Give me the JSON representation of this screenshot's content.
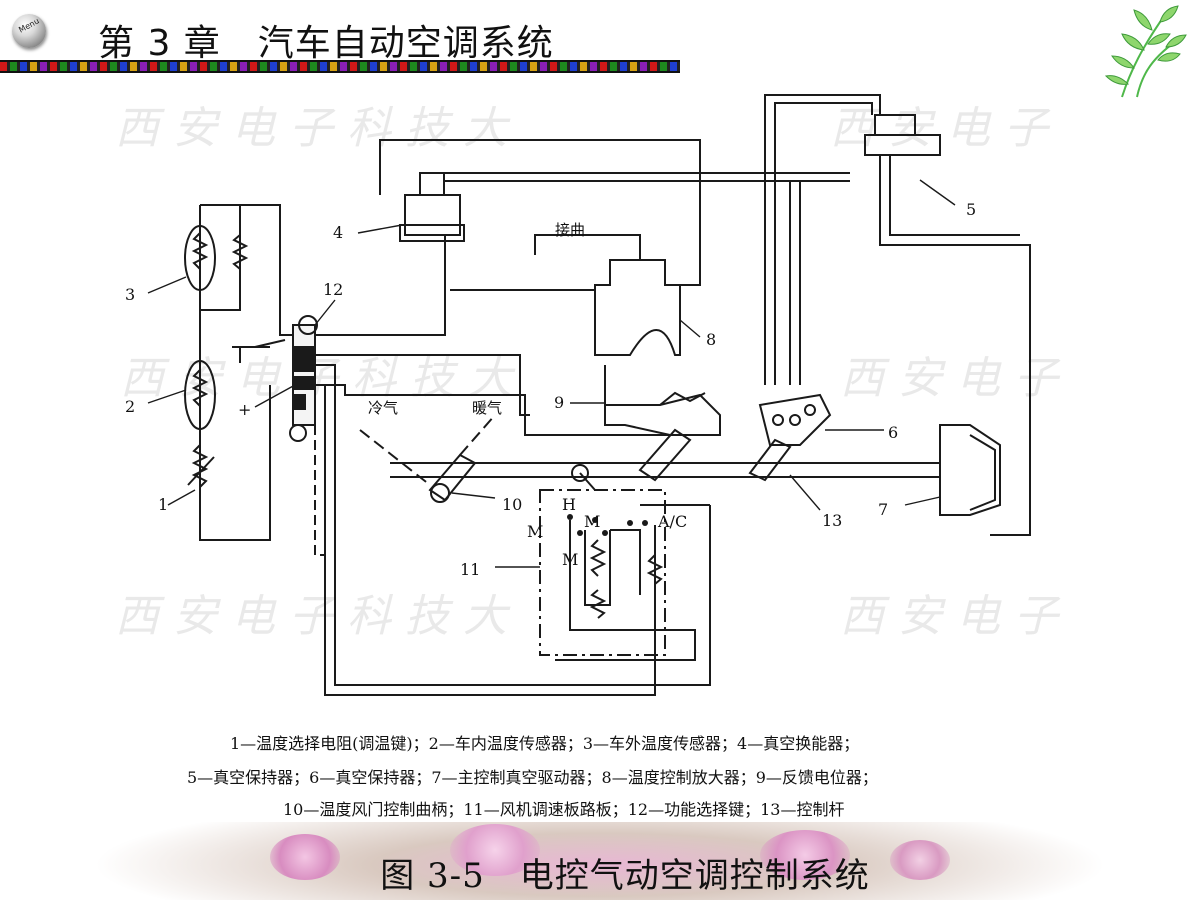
{
  "header": {
    "menu_label": "Menu",
    "title": "第 3 章　汽车自动空调系统"
  },
  "watermark": "西安电子科技大学出版社",
  "diagram": {
    "labels": {
      "n1": "1",
      "n2": "2",
      "n3": "3",
      "n4": "4",
      "n5": "5",
      "n6": "6",
      "n7": "7",
      "n8": "8",
      "n9": "9",
      "n10": "10",
      "n11": "11",
      "n12": "12",
      "n13": "13",
      "plus": "+",
      "pipe_label": "接曲",
      "cold": "冷气",
      "warm": "暖气",
      "h": "H",
      "m1a": "M",
      "m1b": "M",
      "m1c": "M",
      "ac": "A/C"
    }
  },
  "legend": {
    "line1": "1—温度选择电阻(调温键)；2—车内温度传感器；3—车外温度传感器；4—真空换能器；",
    "line2": "5—真空保持器；6—真空保持器；7—主控制真空驱动器；8—温度控制放大器；9—反馈电位器；",
    "line3": "10—温度风门控制曲柄；11—风机调速板路板；12—功能选择键；13—控制杆"
  },
  "caption": "图 3-5　电控气动空调控制系统"
}
